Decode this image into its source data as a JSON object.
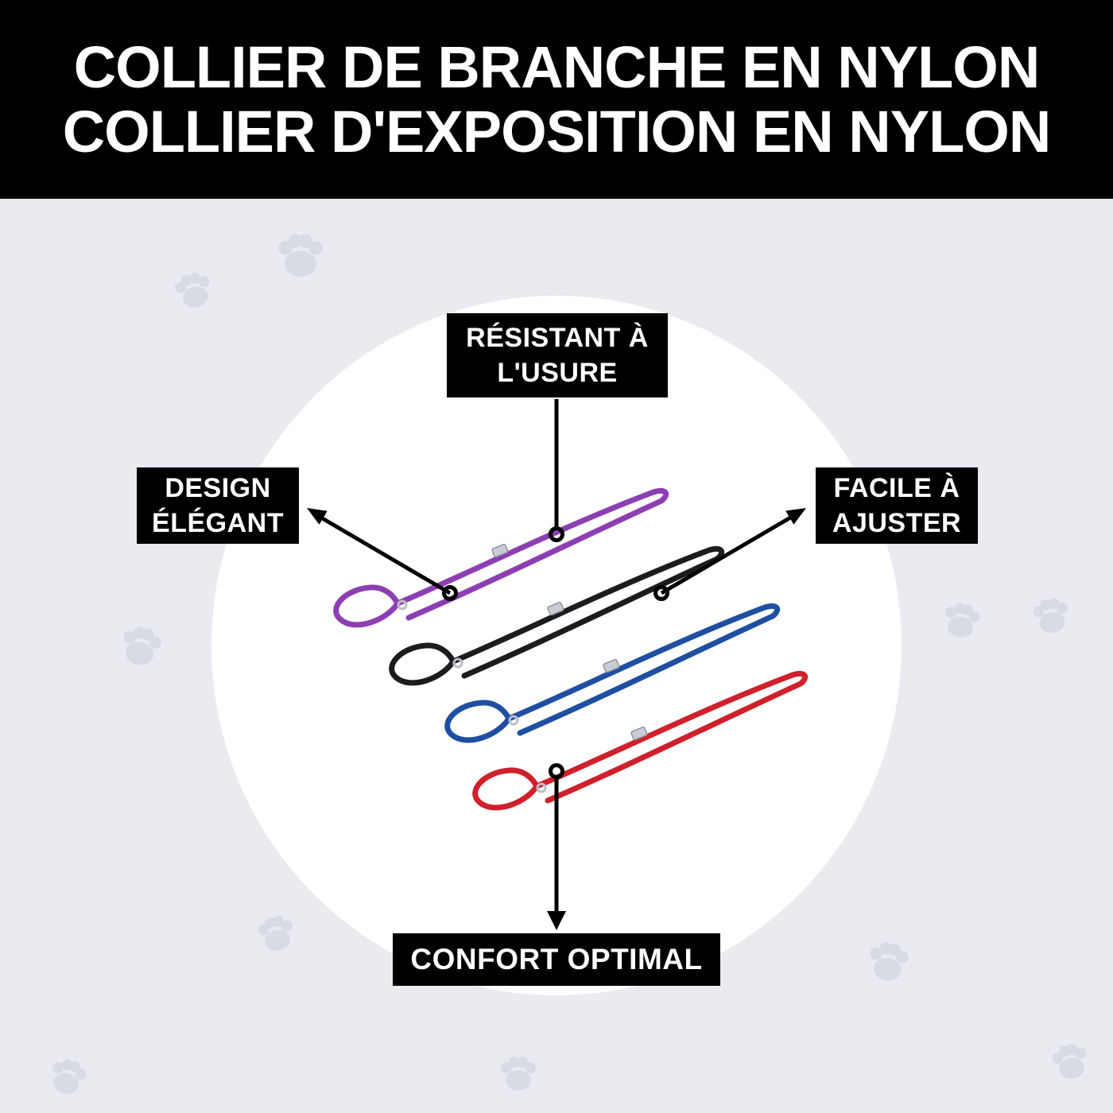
{
  "theme": {
    "page_bg": "#e9ebf1",
    "banner_bg": "#000000",
    "banner_text": "#ffffff",
    "callout_bg": "#000000",
    "callout_text": "#ffffff",
    "connector": "#000000",
    "circle_bg": "#ffffff",
    "paw_watermark": "#d6d9e3"
  },
  "header": {
    "line1": "COLLIER DE BRANCHE EN NYLON",
    "line2": "COLLIER D'EXPOSITION EN NYLON"
  },
  "callouts": {
    "resistant": {
      "lines": [
        "RÉSISTANT À",
        "L'USURE"
      ]
    },
    "design": {
      "lines": [
        "DESIGN",
        "ÉLÉGANT"
      ]
    },
    "ajuster": {
      "lines": [
        "FACILE À",
        "AJUSTER"
      ]
    },
    "confort": {
      "lines": [
        "CONFORT OPTIMAL"
      ]
    }
  },
  "product": {
    "lead_colors": [
      "#8d3fb2",
      "#1c1c1e",
      "#1f4fa0",
      "#cf202c"
    ],
    "hardware_color": "#c8ccd4"
  }
}
